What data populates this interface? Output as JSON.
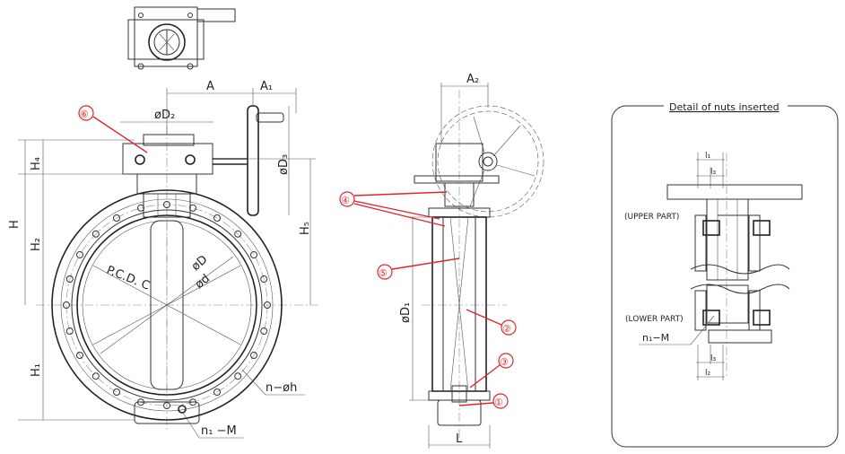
{
  "dimensions": {
    "A": "A",
    "A1": "A₁",
    "A2": "A₂",
    "D2": "øD₂",
    "D3": "øD₃",
    "D": "øD",
    "d": "ød",
    "D1": "øD₁",
    "H": "H",
    "H1": "H₁",
    "H2": "H₂",
    "H4": "H₄",
    "H5": "H₅",
    "L": "L",
    "PCD": "P.C.D. C",
    "nh": "n−øh",
    "n1M_front": "n₁ −M",
    "n1M_detail": "n₁−M",
    "l1": "l₁",
    "l2": "l₂",
    "l3_top": "l₃",
    "l3_bottom": "l₃"
  },
  "callouts": {
    "c1": "①",
    "c2": "②",
    "c3": "③",
    "c4": "④",
    "c5": "⑤",
    "c6": "⑥"
  },
  "detail": {
    "title": "Detail of nuts inserted",
    "upper": "(UPPER PART)",
    "lower": "(LOWER PART)"
  },
  "colors": {
    "callout": "#e0262b",
    "line": "#333333"
  }
}
